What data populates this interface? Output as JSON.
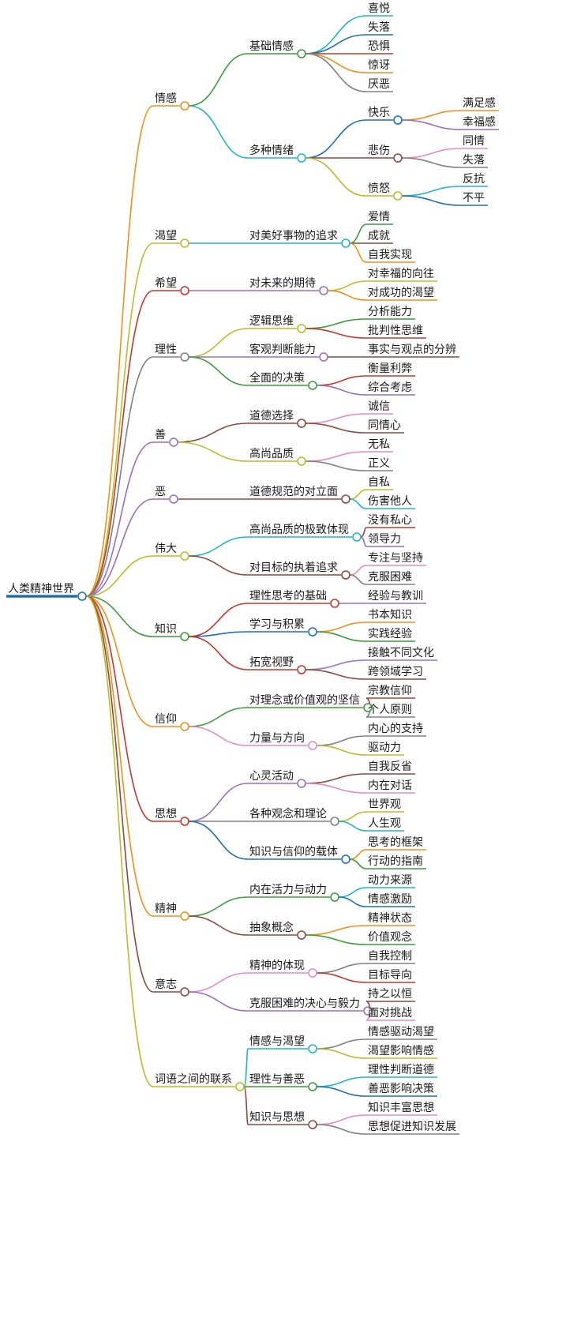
{
  "root": {
    "label": "人类精神世界",
    "color": "#1f6fb4",
    "children": [
      {
        "label": "情感",
        "color": "#f0901a",
        "children": [
          {
            "label": "基础情感",
            "color": "#3a9c3a",
            "children": [
              {
                "label": "喜悦",
                "color": "#20b5c8"
              },
              {
                "label": "失落",
                "color": "#1f6fb4"
              },
              {
                "label": "恐惧",
                "color": "#c23a2e"
              },
              {
                "label": "惊讶",
                "color": "#f0901a"
              },
              {
                "label": "厌恶",
                "color": "#808080"
              }
            ]
          },
          {
            "label": "多种情绪",
            "color": "#20b5c8",
            "children": [
              {
                "label": "快乐",
                "color": "#1f6fb4",
                "children": [
                  {
                    "label": "满足感",
                    "color": "#f0901a"
                  },
                  {
                    "label": "幸福感",
                    "color": "#9a6fc0"
                  }
                ]
              },
              {
                "label": "悲伤",
                "color": "#8b4a3c",
                "children": [
                  {
                    "label": "同情",
                    "color": "#e889c4"
                  },
                  {
                    "label": "失落",
                    "color": "#808080"
                  }
                ]
              },
              {
                "label": "愤怒",
                "color": "#b8bd2a",
                "children": [
                  {
                    "label": "反抗",
                    "color": "#20b5c8"
                  },
                  {
                    "label": "不平",
                    "color": "#1f6fb4"
                  }
                ]
              }
            ]
          }
        ]
      },
      {
        "label": "渴望",
        "color": "#b8bd2a",
        "children": [
          {
            "label": "对美好事物的追求",
            "color": "#20b5c8",
            "children": [
              {
                "label": "爱情",
                "color": "#3a9c3a"
              },
              {
                "label": "成就",
                "color": "#8b4a3c"
              },
              {
                "label": "自我实现",
                "color": "#f0901a"
              }
            ]
          }
        ]
      },
      {
        "label": "希望",
        "color": "#c23a2e",
        "children": [
          {
            "label": "对未来的期待",
            "color": "#9a6fc0",
            "children": [
              {
                "label": "对幸福的向往",
                "color": "#b8bd2a"
              },
              {
                "label": "对成功的渴望",
                "color": "#f0901a"
              }
            ]
          }
        ]
      },
      {
        "label": "理性",
        "color": "#808080",
        "children": [
          {
            "label": "逻辑思维",
            "color": "#b8bd2a",
            "children": [
              {
                "label": "分析能力",
                "color": "#3a9c3a"
              },
              {
                "label": "批判性思维",
                "color": "#c23a2e"
              }
            ]
          },
          {
            "label": "客观判断能力",
            "color": "#9a6fc0",
            "children": [
              {
                "label": "事实与观点的分辨",
                "color": "#8b4a3c"
              }
            ]
          },
          {
            "label": "全面的决策",
            "color": "#3a9c3a",
            "children": [
              {
                "label": "衡量利弊",
                "color": "#c23a2e"
              },
              {
                "label": "综合考虑",
                "color": "#9a6fc0"
              }
            ]
          }
        ]
      },
      {
        "label": "善",
        "color": "#9a6fc0",
        "children": [
          {
            "label": "道德选择",
            "color": "#8b4a3c",
            "children": [
              {
                "label": "诚信",
                "color": "#e889c4"
              },
              {
                "label": "同情心",
                "color": "#8b4a3c"
              }
            ]
          },
          {
            "label": "高尚品质",
            "color": "#b8bd2a",
            "children": [
              {
                "label": "无私",
                "color": "#e889c4"
              },
              {
                "label": "正义",
                "color": "#808080"
              }
            ]
          }
        ]
      },
      {
        "label": "恶",
        "color": "#9a6fc0",
        "children": [
          {
            "label": "道德规范的对立面",
            "color": "#8b4a3c",
            "children": [
              {
                "label": "自私",
                "color": "#b8bd2a"
              },
              {
                "label": "伤害他人",
                "color": "#20b5c8"
              }
            ]
          }
        ]
      },
      {
        "label": "伟大",
        "color": "#b8bd2a",
        "children": [
          {
            "label": "高尚品质的极致体现",
            "color": "#20b5c8",
            "children": [
              {
                "label": "没有私心",
                "color": "#c23a2e"
              },
              {
                "label": "领导力",
                "color": "#9a6fc0"
              }
            ]
          },
          {
            "label": "对目标的执着追求",
            "color": "#8b4a3c",
            "children": [
              {
                "label": "专注与坚持",
                "color": "#e889c4"
              },
              {
                "label": "克服困难",
                "color": "#808080"
              }
            ]
          }
        ]
      },
      {
        "label": "知识",
        "color": "#3a9c3a",
        "children": [
          {
            "label": "理性思考的基础",
            "color": "#c23a2e",
            "children": [
              {
                "label": "经验与教训",
                "color": "#9a6fc0"
              }
            ]
          },
          {
            "label": "学习与积累",
            "color": "#1f6fb4",
            "children": [
              {
                "label": "书本知识",
                "color": "#f0901a"
              },
              {
                "label": "实践经验",
                "color": "#3a9c3a"
              }
            ]
          },
          {
            "label": "拓宽视野",
            "color": "#c23a2e",
            "children": [
              {
                "label": "接触不同文化",
                "color": "#9a6fc0"
              },
              {
                "label": "跨领域学习",
                "color": "#8b4a3c"
              }
            ]
          }
        ]
      },
      {
        "label": "信仰",
        "color": "#f0901a",
        "children": [
          {
            "label": "对理念或价值观的坚信",
            "color": "#3a9c3a",
            "children": [
              {
                "label": "宗教信仰",
                "color": "#c23a2e"
              },
              {
                "label": "个人原则",
                "color": "#808080"
              }
            ]
          },
          {
            "label": "力量与方向",
            "color": "#e889c4",
            "children": [
              {
                "label": "内心的支持",
                "color": "#808080"
              },
              {
                "label": "驱动力",
                "color": "#b8bd2a"
              }
            ]
          }
        ]
      },
      {
        "label": "思想",
        "color": "#c23a2e",
        "children": [
          {
            "label": "心灵活动",
            "color": "#9a6fc0",
            "children": [
              {
                "label": "自我反省",
                "color": "#8b4a3c"
              },
              {
                "label": "内在对话",
                "color": "#e889c4"
              }
            ]
          },
          {
            "label": "各种观念和理论",
            "color": "#808080",
            "children": [
              {
                "label": "世界观",
                "color": "#b8bd2a"
              },
              {
                "label": "人生观",
                "color": "#20b5c8"
              }
            ]
          },
          {
            "label": "知识与信仰的载体",
            "color": "#1f6fb4",
            "children": [
              {
                "label": "思考的框架",
                "color": "#f0901a"
              },
              {
                "label": "行动的指南",
                "color": "#3a9c3a"
              }
            ]
          }
        ]
      },
      {
        "label": "精神",
        "color": "#f0901a",
        "children": [
          {
            "label": "内在活力与动力",
            "color": "#3a9c3a",
            "children": [
              {
                "label": "动力来源",
                "color": "#20b5c8"
              },
              {
                "label": "情感激励",
                "color": "#1f6fb4"
              }
            ]
          },
          {
            "label": "抽象概念",
            "color": "#8b4a3c",
            "children": [
              {
                "label": "精神状态",
                "color": "#f0901a"
              },
              {
                "label": "价值观念",
                "color": "#3a9c3a"
              }
            ]
          }
        ]
      },
      {
        "label": "意志",
        "color": "#8b4a3c",
        "children": [
          {
            "label": "精神的体现",
            "color": "#e889c4",
            "children": [
              {
                "label": "自我控制",
                "color": "#808080"
              },
              {
                "label": "目标导向",
                "color": "#c23a2e"
              }
            ]
          },
          {
            "label": "克服困难的决心与毅力",
            "color": "#9a6fc0",
            "children": [
              {
                "label": "持之以恒",
                "color": "#8b4a3c"
              },
              {
                "label": "面对挑战",
                "color": "#e889c4"
              }
            ]
          }
        ]
      },
      {
        "label": "词语之间的联系",
        "color": "#b8bd2a",
        "children": [
          {
            "label": "情感与渴望",
            "color": "#20b5c8",
            "children": [
              {
                "label": "情感驱动渴望",
                "color": "#808080"
              },
              {
                "label": "渴望影响情感",
                "color": "#b8bd2a"
              }
            ]
          },
          {
            "label": "理性与善恶",
            "color": "#3a9c3a",
            "children": [
              {
                "label": "理性判断道德",
                "color": "#20b5c8"
              },
              {
                "label": "善恶影响决策",
                "color": "#1f6fb4"
              }
            ]
          },
          {
            "label": "知识与思想",
            "color": "#8b4a3c",
            "children": [
              {
                "label": "知识丰富思想",
                "color": "#e889c4"
              },
              {
                "label": "思想促进知识发展",
                "color": "#808080"
              }
            ]
          }
        ]
      }
    ]
  }
}
